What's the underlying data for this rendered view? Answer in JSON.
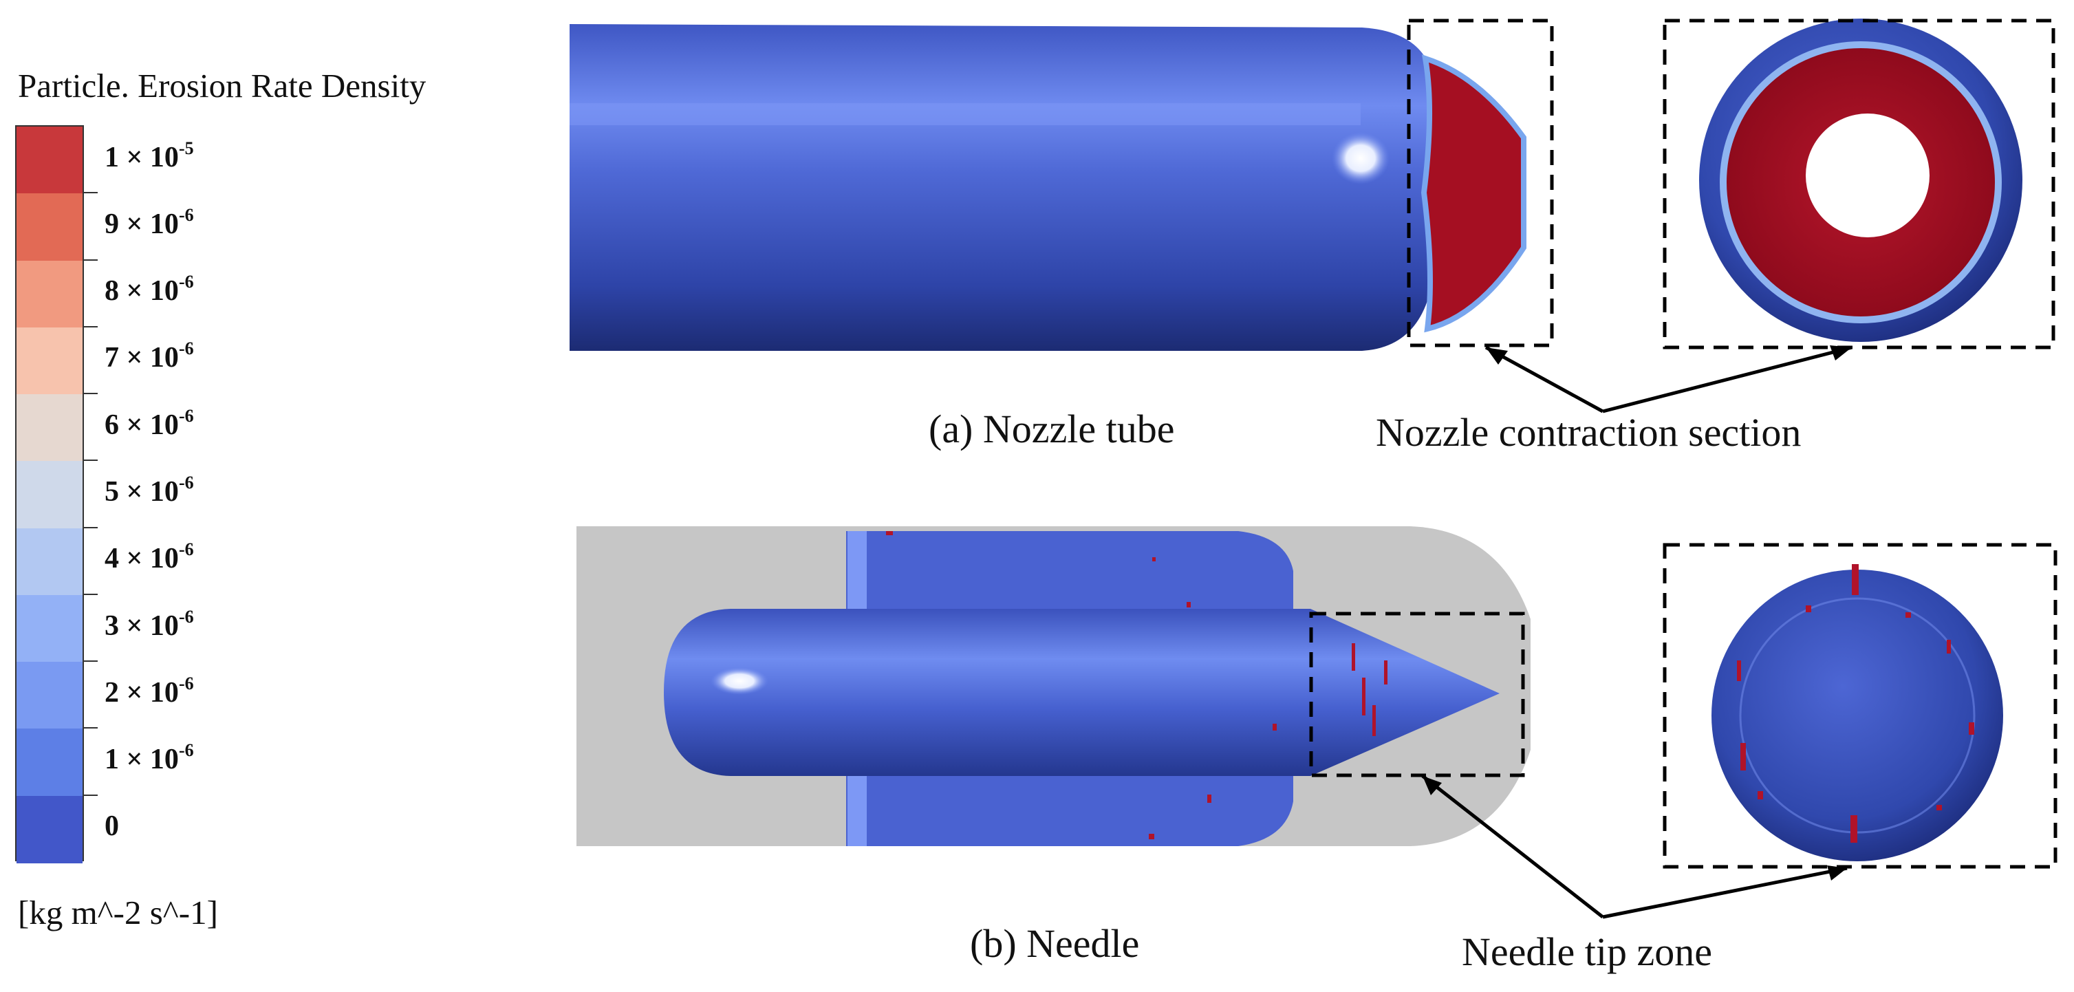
{
  "legend": {
    "title": "Particle. Erosion Rate Density",
    "units": "[kg m^-2 s^-1]",
    "labels": [
      {
        "mantissa": "1 × 10",
        "exp": "-5"
      },
      {
        "mantissa": "9 × 10",
        "exp": "-6"
      },
      {
        "mantissa": "8 × 10",
        "exp": "-6"
      },
      {
        "mantissa": "7 × 10",
        "exp": "-6"
      },
      {
        "mantissa": "6 × 10",
        "exp": "-6"
      },
      {
        "mantissa": "5 × 10",
        "exp": "-6"
      },
      {
        "mantissa": "4 × 10",
        "exp": "-6"
      },
      {
        "mantissa": "3 × 10",
        "exp": "-6"
      },
      {
        "mantissa": "2 × 10",
        "exp": "-6"
      },
      {
        "mantissa": "1 × 10",
        "exp": "-6"
      },
      {
        "mantissa": "0",
        "exp": ""
      }
    ],
    "colors": [
      "#c8383b",
      "#e26a55",
      "#f19a80",
      "#f7c3ad",
      "#e6d8d0",
      "#cfd9ea",
      "#b2c8f2",
      "#93b1f6",
      "#7a9af2",
      "#5d7fe6",
      "#4257c9"
    ]
  },
  "panel_a": {
    "caption": "(a)  Nozzle tube",
    "callout": "Nozzle contraction section"
  },
  "panel_b": {
    "caption": "(b)  Needle",
    "callout": "Needle tip zone"
  },
  "colors": {
    "body_blue": "#4a62d1",
    "erosion_red": "#a50f22",
    "housing_gray": "#c6c6c6"
  }
}
